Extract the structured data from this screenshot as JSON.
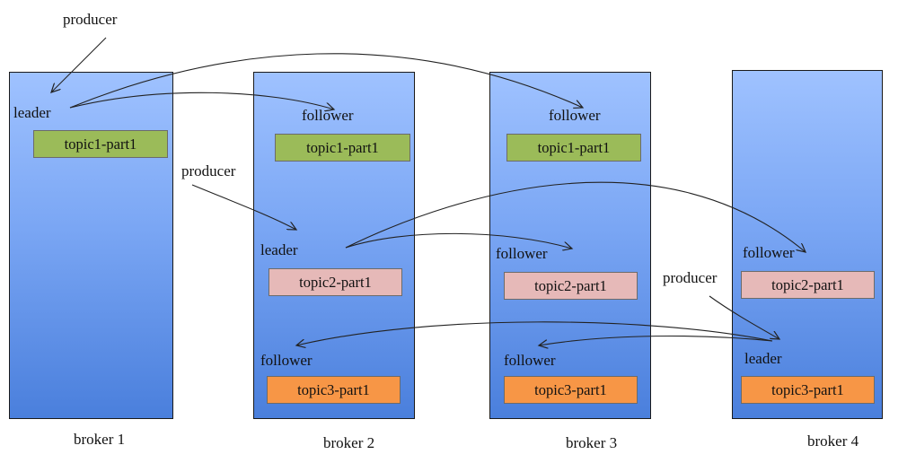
{
  "colors": {
    "topic1": "#9bbb59",
    "topic2": "#e6b9b8",
    "topic3": "#f79646",
    "broker_top": "#9fc2ff",
    "broker_bottom": "#4a7fdc"
  },
  "brokers": [
    {
      "label": "broker 1"
    },
    {
      "label": "broker 2"
    },
    {
      "label": "broker 3"
    },
    {
      "label": "broker 4"
    }
  ],
  "producers": [
    "producer",
    "producer",
    "producer"
  ],
  "roles": {
    "b1_topic1": "leader",
    "b2_topic1": "follower",
    "b3_topic1": "follower",
    "b2_topic2": "leader",
    "b3_topic2": "follower",
    "b4_topic2": "follower",
    "b2_topic3": "follower",
    "b3_topic3": "follower",
    "b4_topic3": "leader"
  },
  "partitions": {
    "topic1": "topic1-part1",
    "topic2": "topic2-part1",
    "topic3": "topic3-part1"
  }
}
